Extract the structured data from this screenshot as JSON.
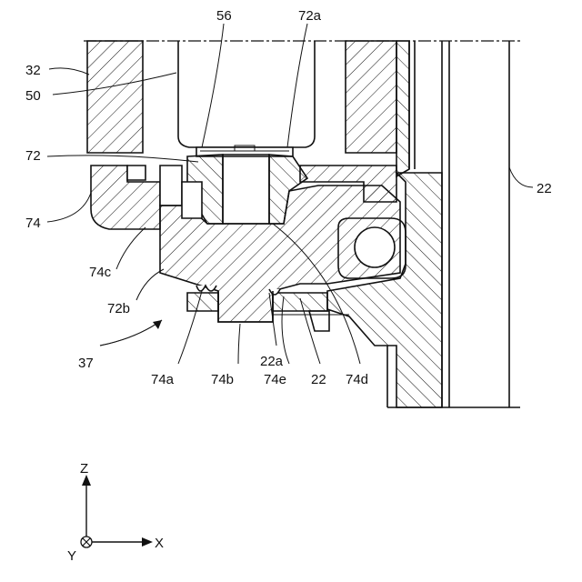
{
  "labels": {
    "l56": "56",
    "l72a": "72a",
    "l32": "32",
    "l50": "50",
    "l72": "72",
    "l22_right": "22",
    "l74": "74",
    "l74c": "74c",
    "l72b": "72b",
    "l37": "37",
    "l74a": "74a",
    "l74b": "74b",
    "l22a": "22a",
    "l74e": "74e",
    "l22_bottom": "22",
    "l74d": "74d"
  },
  "axes": {
    "z": "Z",
    "x": "X",
    "y": "Y"
  }
}
